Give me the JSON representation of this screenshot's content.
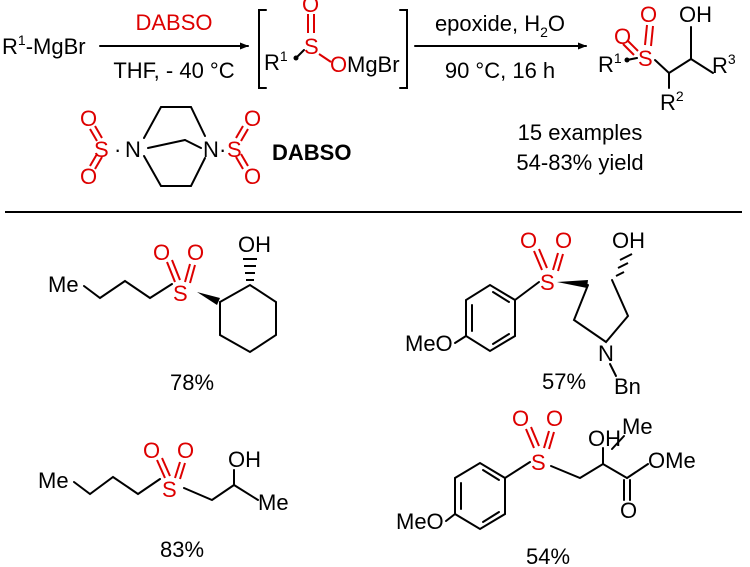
{
  "reaction": {
    "reactant_r": "R",
    "reactant_r_sup": "1",
    "reactant_rest": "-MgBr",
    "step1_reagent": "DABSO",
    "step1_conditions": "THF, - 40 °C",
    "intermediate": {
      "r": "R",
      "r_sup": "1",
      "s": "S",
      "o_top": "O",
      "o_side": "O",
      "mgbr": "MgBr"
    },
    "step2_reagent_main": "epoxide, H",
    "step2_reagent_sub": "2",
    "step2_reagent_end": "O",
    "step2_conditions": "90 °C, 16 h",
    "product": {
      "s": "S",
      "o1": "O",
      "o2": "O",
      "oh": "OH",
      "r1": "R",
      "r1_sup": "1",
      "r2": "R",
      "r2_sup": "2",
      "r3": "R",
      "r3_sup": "3"
    }
  },
  "dabso": {
    "s": "S",
    "o": "O",
    "n": "N",
    "dot": "·",
    "name": "DABSO"
  },
  "summary": {
    "examples": "15 examples",
    "yield": "54-83% yield"
  },
  "examples": [
    {
      "oh": "OH",
      "s": "S",
      "o": "O",
      "me": "Me",
      "yield": "78%"
    },
    {
      "oh": "OH",
      "s": "S",
      "o": "O",
      "meo": "MeO",
      "n": "N",
      "bn": "Bn",
      "yield": "57%"
    },
    {
      "oh": "OH",
      "s": "S",
      "o": "O",
      "me": "Me",
      "yield": "83%"
    },
    {
      "oh": "OH",
      "me": "Me",
      "s": "S",
      "o": "O",
      "meo": "MeO",
      "ome": "OMe",
      "yield": "54%"
    }
  ],
  "colors": {
    "heteroatom_red": "#dd0000",
    "bond_black": "#000000"
  }
}
